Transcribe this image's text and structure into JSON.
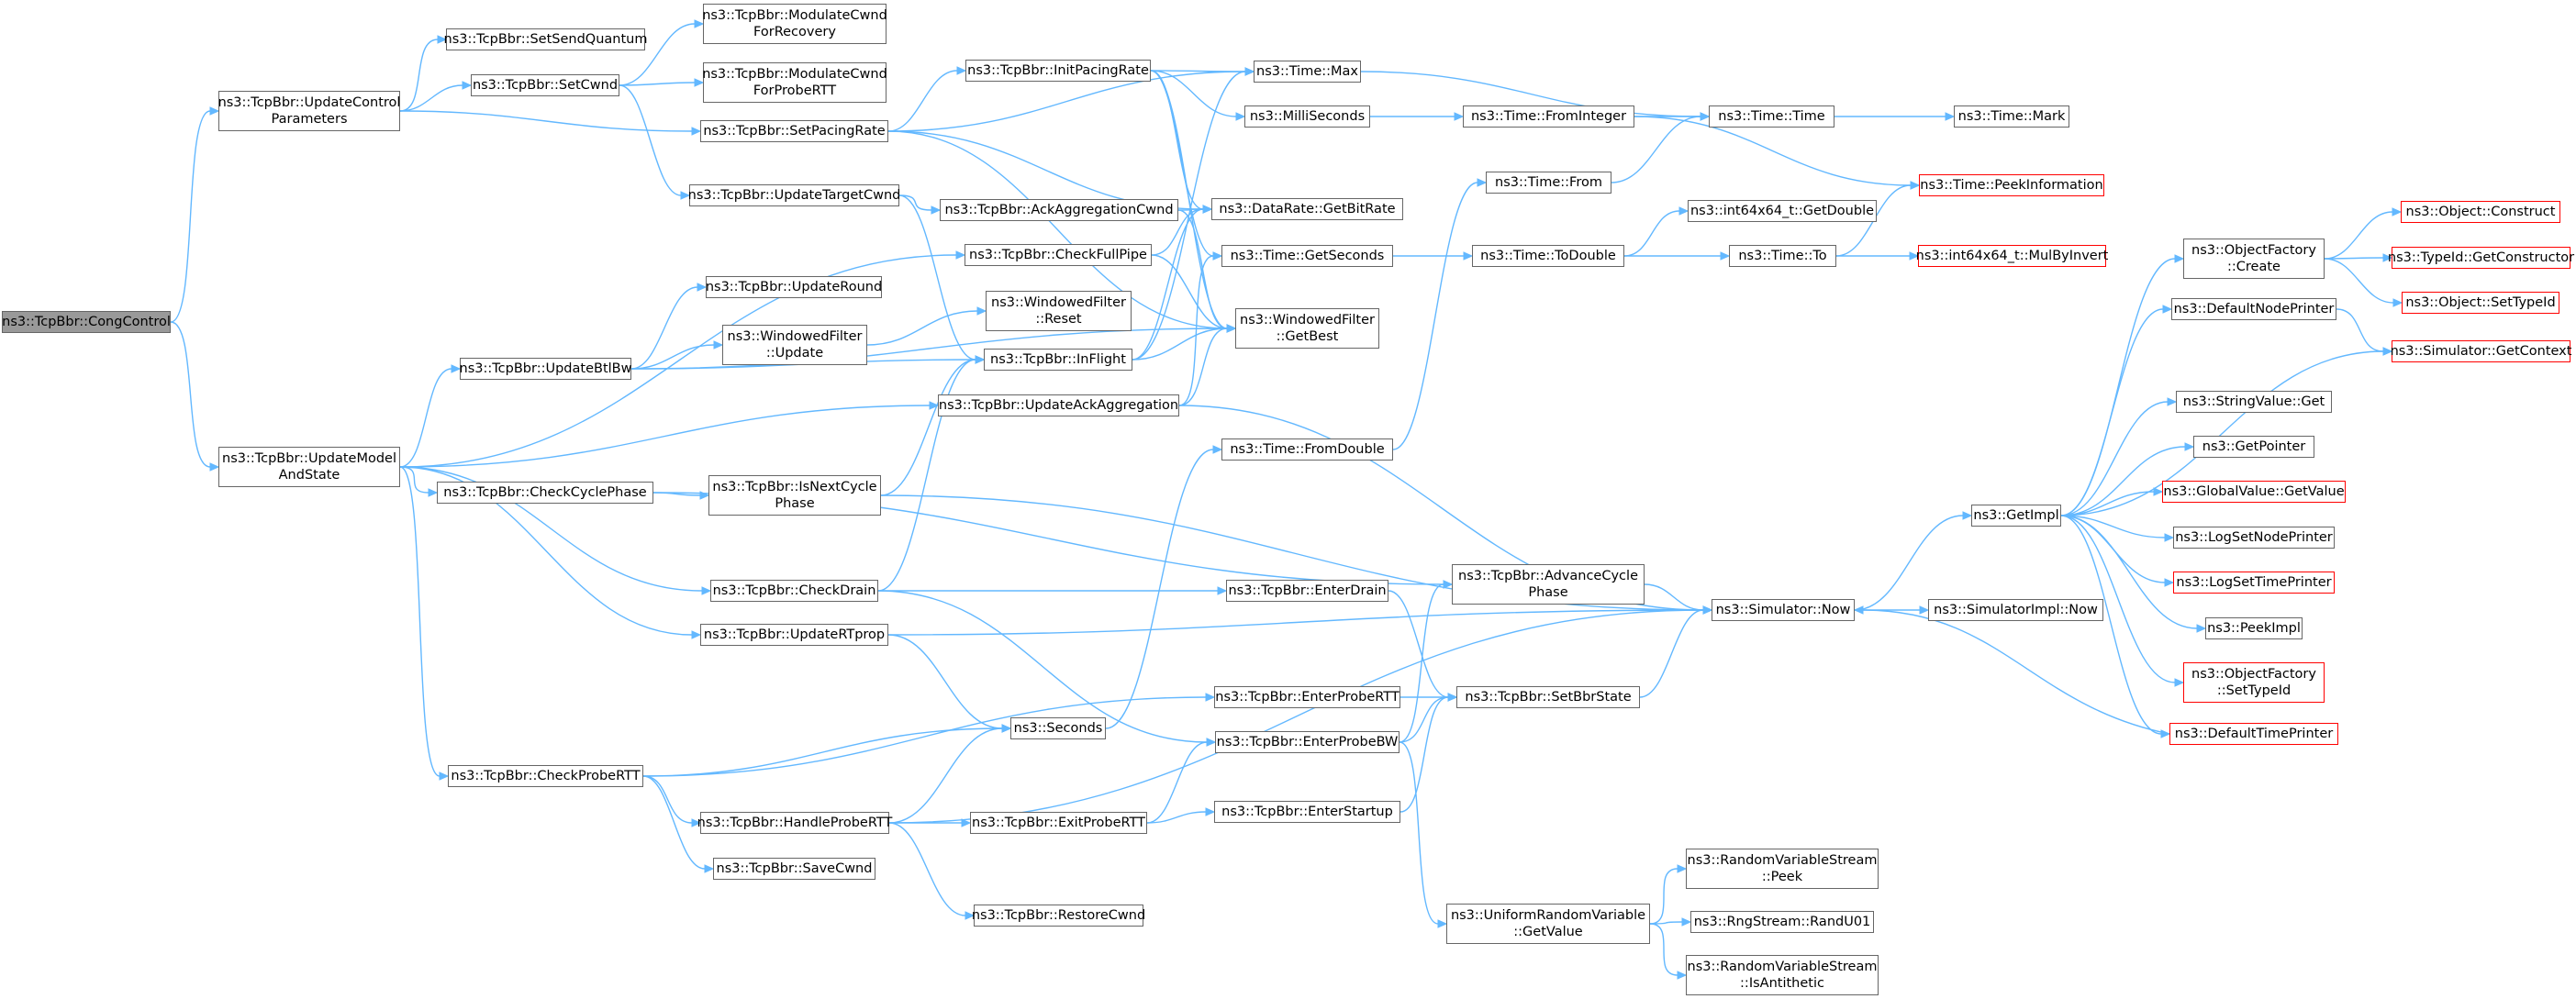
{
  "colors": {
    "edge": "#63b8ff",
    "node_border": "#666666",
    "truncated_border": "#ff0000",
    "root_fill": "#999999"
  },
  "nodes": [
    {
      "id": "congcontrol",
      "label": "ns3::TcpBbr::CongControl",
      "style": "root"
    },
    {
      "id": "updatecontrol",
      "label": "ns3::TcpBbr::UpdateControl\nParameters"
    },
    {
      "id": "updatemodel",
      "label": "ns3::TcpBbr::UpdateModel\nAndState"
    },
    {
      "id": "setsendquantum",
      "label": "ns3::TcpBbr::SetSendQuantum"
    },
    {
      "id": "setcwnd",
      "label": "ns3::TcpBbr::SetCwnd"
    },
    {
      "id": "setpacingrate",
      "label": "ns3::TcpBbr::SetPacingRate"
    },
    {
      "id": "modrecovery",
      "label": "ns3::TcpBbr::ModulateCwnd\nForRecovery"
    },
    {
      "id": "modprobertt",
      "label": "ns3::TcpBbr::ModulateCwnd\nForProbeRTT"
    },
    {
      "id": "initpacingrate",
      "label": "ns3::TcpBbr::InitPacingRate"
    },
    {
      "id": "updatetargetcwnd",
      "label": "ns3::TcpBbr::UpdateTargetCwnd"
    },
    {
      "id": "ackaggcwnd",
      "label": "ns3::TcpBbr::AckAggregationCwnd"
    },
    {
      "id": "checkfullpipe",
      "label": "ns3::TcpBbr::CheckFullPipe"
    },
    {
      "id": "updateround",
      "label": "ns3::TcpBbr::UpdateRound"
    },
    {
      "id": "updatebtlbw",
      "label": "ns3::TcpBbr::UpdateBtlBw"
    },
    {
      "id": "wfupdate",
      "label": "ns3::WindowedFilter\n::Update"
    },
    {
      "id": "wfreset",
      "label": "ns3::WindowedFilter\n::Reset"
    },
    {
      "id": "inflight",
      "label": "ns3::TcpBbr::InFlight"
    },
    {
      "id": "updateackagg",
      "label": "ns3::TcpBbr::UpdateAckAggregation"
    },
    {
      "id": "checkcyclephase",
      "label": "ns3::TcpBbr::CheckCyclePhase"
    },
    {
      "id": "isnextcycle",
      "label": "ns3::TcpBbr::IsNextCycle\nPhase"
    },
    {
      "id": "checkdrain",
      "label": "ns3::TcpBbr::CheckDrain"
    },
    {
      "id": "updatertprop",
      "label": "ns3::TcpBbr::UpdateRTprop"
    },
    {
      "id": "checkprobertt",
      "label": "ns3::TcpBbr::CheckProbeRTT"
    },
    {
      "id": "handleprobertt",
      "label": "ns3::TcpBbr::HandleProbeRTT"
    },
    {
      "id": "savecwnd",
      "label": "ns3::TcpBbr::SaveCwnd"
    },
    {
      "id": "restorecwnd",
      "label": "ns3::TcpBbr::RestoreCwnd"
    },
    {
      "id": "exitprobertt",
      "label": "ns3::TcpBbr::ExitProbeRTT"
    },
    {
      "id": "timemax",
      "label": "ns3::Time::Max"
    },
    {
      "id": "milliseconds",
      "label": "ns3::MilliSeconds"
    },
    {
      "id": "getbitrate",
      "label": "ns3::DataRate::GetBitRate"
    },
    {
      "id": "getseconds",
      "label": "ns3::Time::GetSeconds"
    },
    {
      "id": "wfgetbest",
      "label": "ns3::WindowedFilter\n::GetBest"
    },
    {
      "id": "fromdouble",
      "label": "ns3::Time::FromDouble"
    },
    {
      "id": "seconds",
      "label": "ns3::Seconds"
    },
    {
      "id": "enterdrain",
      "label": "ns3::TcpBbr::EnterDrain"
    },
    {
      "id": "enterprobertt",
      "label": "ns3::TcpBbr::EnterProbeRTT"
    },
    {
      "id": "enterprobebw",
      "label": "ns3::TcpBbr::EnterProbeBW"
    },
    {
      "id": "enterstartup",
      "label": "ns3::TcpBbr::EnterStartup"
    },
    {
      "id": "advancecycle",
      "label": "ns3::TcpBbr::AdvanceCycle\nPhase"
    },
    {
      "id": "setbbrstate",
      "label": "ns3::TcpBbr::SetBbrState"
    },
    {
      "id": "fromint",
      "label": "ns3::Time::FromInteger"
    },
    {
      "id": "timefrom",
      "label": "ns3::Time::From"
    },
    {
      "id": "todouble",
      "label": "ns3::Time::ToDouble"
    },
    {
      "id": "timetime",
      "label": "ns3::Time::Time"
    },
    {
      "id": "getdouble",
      "label": "ns3::int64x64_t::GetDouble"
    },
    {
      "id": "timeto",
      "label": "ns3::Time::To"
    },
    {
      "id": "timemark",
      "label": "ns3::Time::Mark"
    },
    {
      "id": "peekinfo",
      "label": "ns3::Time::PeekInformation",
      "style": "red"
    },
    {
      "id": "mulbyinvert",
      "label": "ns3::int64x64_t::MulByInvert",
      "style": "red"
    },
    {
      "id": "simnow",
      "label": "ns3::Simulator::Now"
    },
    {
      "id": "simimplnow",
      "label": "ns3::SimulatorImpl::Now"
    },
    {
      "id": "uniformgetvalue",
      "label": "ns3::UniformRandomVariable\n::GetValue"
    },
    {
      "id": "rvspeek",
      "label": "ns3::RandomVariableStream\n::Peek"
    },
    {
      "id": "randu01",
      "label": "ns3::RngStream::RandU01"
    },
    {
      "id": "rvsisanti",
      "label": "ns3::RandomVariableStream\n::IsAntithetic"
    },
    {
      "id": "getimpl",
      "label": "ns3::GetImpl"
    },
    {
      "id": "ofcreate",
      "label": "ns3::ObjectFactory\n::Create"
    },
    {
      "id": "defnodeprinter",
      "label": "ns3::DefaultNodePrinter"
    },
    {
      "id": "strvalueget",
      "label": "ns3::StringValue::Get"
    },
    {
      "id": "getpointer",
      "label": "ns3::GetPointer"
    },
    {
      "id": "gvgetvalue",
      "label": "ns3::GlobalValue::GetValue",
      "style": "red"
    },
    {
      "id": "logsetnode",
      "label": "ns3::LogSetNodePrinter"
    },
    {
      "id": "logsettime",
      "label": "ns3::LogSetTimePrinter",
      "style": "red"
    },
    {
      "id": "peekimpl",
      "label": "ns3::PeekImpl"
    },
    {
      "id": "ofsettypeid",
      "label": "ns3::ObjectFactory\n::SetTypeId",
      "style": "red"
    },
    {
      "id": "deftimeprinter",
      "label": "ns3::DefaultTimePrinter",
      "style": "red"
    },
    {
      "id": "objconstruct",
      "label": "ns3::Object::Construct",
      "style": "red"
    },
    {
      "id": "typeidgetctor",
      "label": "ns3::TypeId::GetConstructor",
      "style": "red"
    },
    {
      "id": "objsettypeid",
      "label": "ns3::Object::SetTypeId",
      "style": "red"
    },
    {
      "id": "simgetcontext",
      "label": "ns3::Simulator::GetContext",
      "style": "red"
    }
  ],
  "edges": [
    [
      "congcontrol",
      "updatecontrol"
    ],
    [
      "congcontrol",
      "updatemodel"
    ],
    [
      "updatecontrol",
      "setsendquantum"
    ],
    [
      "updatecontrol",
      "setcwnd"
    ],
    [
      "updatecontrol",
      "setpacingrate"
    ],
    [
      "setcwnd",
      "modrecovery"
    ],
    [
      "setcwnd",
      "modprobertt"
    ],
    [
      "setcwnd",
      "updatetargetcwnd"
    ],
    [
      "setpacingrate",
      "initpacingrate"
    ],
    [
      "setpacingrate",
      "timemax"
    ],
    [
      "setpacingrate",
      "getbitrate"
    ],
    [
      "setpacingrate",
      "wfgetbest"
    ],
    [
      "initpacingrate",
      "timemax"
    ],
    [
      "initpacingrate",
      "milliseconds"
    ],
    [
      "initpacingrate",
      "getbitrate"
    ],
    [
      "initpacingrate",
      "getseconds"
    ],
    [
      "initpacingrate",
      "wfgetbest"
    ],
    [
      "updatetargetcwnd",
      "ackaggcwnd"
    ],
    [
      "updatetargetcwnd",
      "inflight"
    ],
    [
      "ackaggcwnd",
      "getbitrate"
    ],
    [
      "ackaggcwnd",
      "wfgetbest"
    ],
    [
      "checkfullpipe",
      "getbitrate"
    ],
    [
      "checkfullpipe",
      "wfgetbest"
    ],
    [
      "updatemodel",
      "checkfullpipe"
    ],
    [
      "updatemodel",
      "updatebtlbw"
    ],
    [
      "updatemodel",
      "updateackagg"
    ],
    [
      "updatemodel",
      "checkcyclephase"
    ],
    [
      "updatemodel",
      "checkdrain"
    ],
    [
      "updatemodel",
      "updatertprop"
    ],
    [
      "updatemodel",
      "checkprobertt"
    ],
    [
      "updatebtlbw",
      "updateround"
    ],
    [
      "updatebtlbw",
      "wfupdate"
    ],
    [
      "updatebtlbw",
      "inflight"
    ],
    [
      "updatebtlbw",
      "wfgetbest"
    ],
    [
      "wfupdate",
      "wfreset"
    ],
    [
      "inflight",
      "timemax"
    ],
    [
      "inflight",
      "getbitrate"
    ],
    [
      "inflight",
      "wfgetbest"
    ],
    [
      "updateackagg",
      "getseconds"
    ],
    [
      "updateackagg",
      "wfgetbest"
    ],
    [
      "updateackagg",
      "simnow"
    ],
    [
      "checkcyclephase",
      "isnextcycle"
    ],
    [
      "checkcyclephase",
      "advancecycle"
    ],
    [
      "isnextcycle",
      "inflight"
    ],
    [
      "isnextcycle",
      "simnow"
    ],
    [
      "checkdrain",
      "inflight"
    ],
    [
      "checkdrain",
      "enterdrain"
    ],
    [
      "checkdrain",
      "enterprobebw"
    ],
    [
      "updatertprop",
      "seconds"
    ],
    [
      "updatertprop",
      "simnow"
    ],
    [
      "checkprobertt",
      "seconds"
    ],
    [
      "checkprobertt",
      "enterprobertt"
    ],
    [
      "checkprobertt",
      "handleprobertt"
    ],
    [
      "checkprobertt",
      "savecwnd"
    ],
    [
      "handleprobertt",
      "seconds"
    ],
    [
      "handleprobertt",
      "exitprobertt"
    ],
    [
      "handleprobertt",
      "restorecwnd"
    ],
    [
      "handleprobertt",
      "simnow"
    ],
    [
      "exitprobertt",
      "enterprobebw"
    ],
    [
      "exitprobertt",
      "enterstartup"
    ],
    [
      "seconds",
      "fromdouble"
    ],
    [
      "fromdouble",
      "timefrom"
    ],
    [
      "enterdrain",
      "setbbrstate"
    ],
    [
      "enterprobertt",
      "setbbrstate"
    ],
    [
      "enterprobebw",
      "setbbrstate"
    ],
    [
      "enterprobebw",
      "advancecycle"
    ],
    [
      "enterprobebw",
      "uniformgetvalue"
    ],
    [
      "enterstartup",
      "setbbrstate"
    ],
    [
      "advancecycle",
      "simnow"
    ],
    [
      "setbbrstate",
      "simnow"
    ],
    [
      "timemax",
      "timetime"
    ],
    [
      "milliseconds",
      "fromint"
    ],
    [
      "fromint",
      "timetime"
    ],
    [
      "fromint",
      "peekinfo"
    ],
    [
      "timefrom",
      "timetime"
    ],
    [
      "getseconds",
      "todouble"
    ],
    [
      "todouble",
      "getdouble"
    ],
    [
      "todouble",
      "timeto"
    ],
    [
      "timeto",
      "peekinfo"
    ],
    [
      "timeto",
      "mulbyinvert"
    ],
    [
      "timetime",
      "timemark"
    ],
    [
      "simnow",
      "simimplnow"
    ],
    [
      "simnow",
      "getimpl"
    ],
    [
      "uniformgetvalue",
      "rvspeek"
    ],
    [
      "uniformgetvalue",
      "randu01"
    ],
    [
      "uniformgetvalue",
      "rvsisanti"
    ],
    [
      "getimpl",
      "ofcreate"
    ],
    [
      "getimpl",
      "defnodeprinter"
    ],
    [
      "getimpl",
      "simgetcontext"
    ],
    [
      "getimpl",
      "strvalueget"
    ],
    [
      "getimpl",
      "getpointer"
    ],
    [
      "getimpl",
      "gvgetvalue"
    ],
    [
      "getimpl",
      "logsetnode"
    ],
    [
      "getimpl",
      "logsettime"
    ],
    [
      "getimpl",
      "peekimpl"
    ],
    [
      "getimpl",
      "ofsettypeid"
    ],
    [
      "getimpl",
      "deftimeprinter"
    ],
    [
      "ofcreate",
      "objconstruct"
    ],
    [
      "ofcreate",
      "typeidgetctor"
    ],
    [
      "ofcreate",
      "objsettypeid"
    ],
    [
      "defnodeprinter",
      "simgetcontext"
    ],
    [
      "deftimeprinter",
      "simnow"
    ]
  ]
}
